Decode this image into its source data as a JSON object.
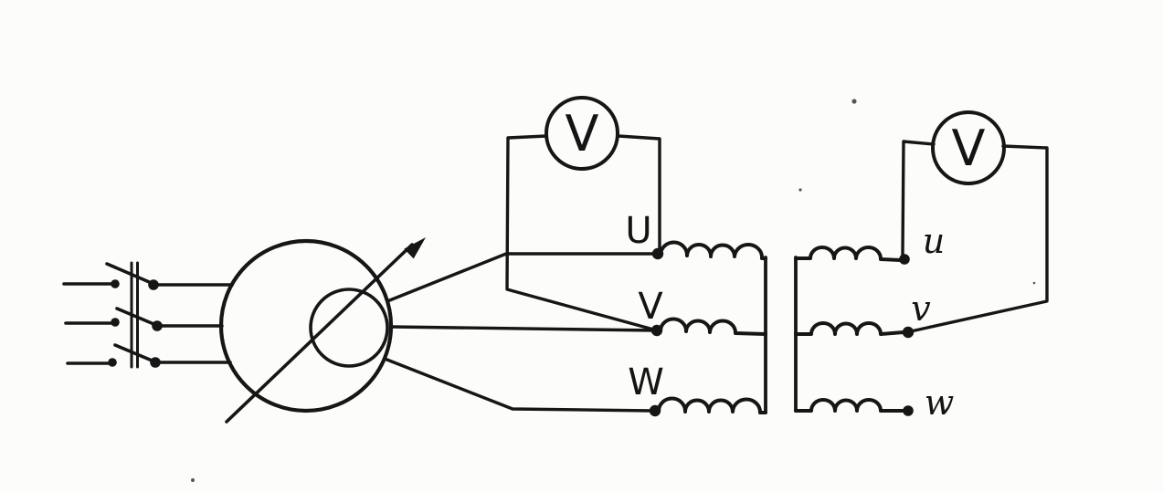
{
  "canvas": {
    "background": "#fcfcfb",
    "ink_color": "#161616"
  },
  "diagram": {
    "kind": "hand-drawn-three-phase-transformer-voltage-test-circuit",
    "supply": {
      "phases": 3,
      "switch": "triple-pole-knife-switch"
    },
    "machine": {
      "symbol": "rotary-machine-with-rotor-and-adjustment-arrow"
    },
    "meters": [
      {
        "id": "voltmeter-primary",
        "label": "V"
      },
      {
        "id": "voltmeter-secondary",
        "label": "V"
      }
    ],
    "windings": {
      "primary": {
        "connection": "star-bus",
        "terminals": [
          "U",
          "V",
          "W"
        ]
      },
      "secondary": {
        "connection": "star-bus",
        "terminals": [
          "u",
          "v",
          "w"
        ]
      }
    }
  }
}
